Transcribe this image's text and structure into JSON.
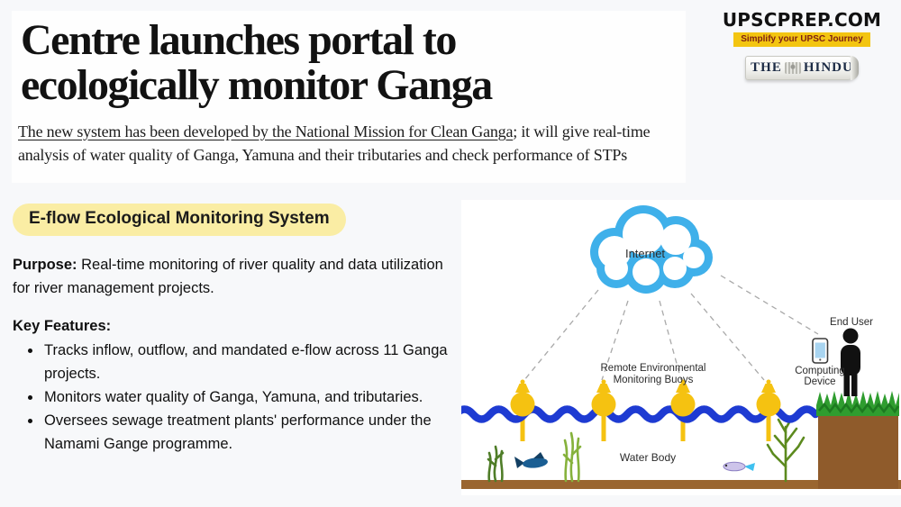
{
  "clipping": {
    "headline_line1": "Centre launches portal to",
    "headline_line2": "ecologically monitor Ganga",
    "subtitle_underlined": "The new system has been developed by the National Mission for Clean Ganga",
    "subtitle_rest_line1": "; it will give real-time",
    "subtitle_line2": "analysis of water quality of Ganga, Yamuna and their tributaries and check performance of STPs"
  },
  "brand": {
    "name": "UPSCPREP.COM",
    "tagline": "Simplify your UPSC Journey",
    "source_the": "THE",
    "source_hindu": "HINDU"
  },
  "content": {
    "title": "E-flow Ecological Monitoring System",
    "purpose_label": "Purpose:",
    "purpose_text": " Real-time monitoring of river quality and data utilization for river management projects.",
    "features_label": "Key Features:",
    "features": [
      "Tracks inflow, outflow, and mandated e-flow across 11 Ganga projects.",
      "Monitors water quality of Ganga, Yamuna, and tributaries.",
      "Oversees sewage treatment plants' performance under the Namami Gange programme."
    ]
  },
  "diagram": {
    "internet": "Internet",
    "buoys_label_1": "Remote Environmental",
    "buoys_label_2": "Monitoring Buoys",
    "water_body": "Water Body",
    "end_user": "End User",
    "device_1": "Computing",
    "device_2": "Device",
    "colors": {
      "cloud": "#3fb0ea",
      "water": "#1e3bd2",
      "buoy": "#f5c211",
      "grass": "#2f9d2f",
      "bank": "#8f5b2b",
      "riverbed": "#9a6630"
    }
  }
}
